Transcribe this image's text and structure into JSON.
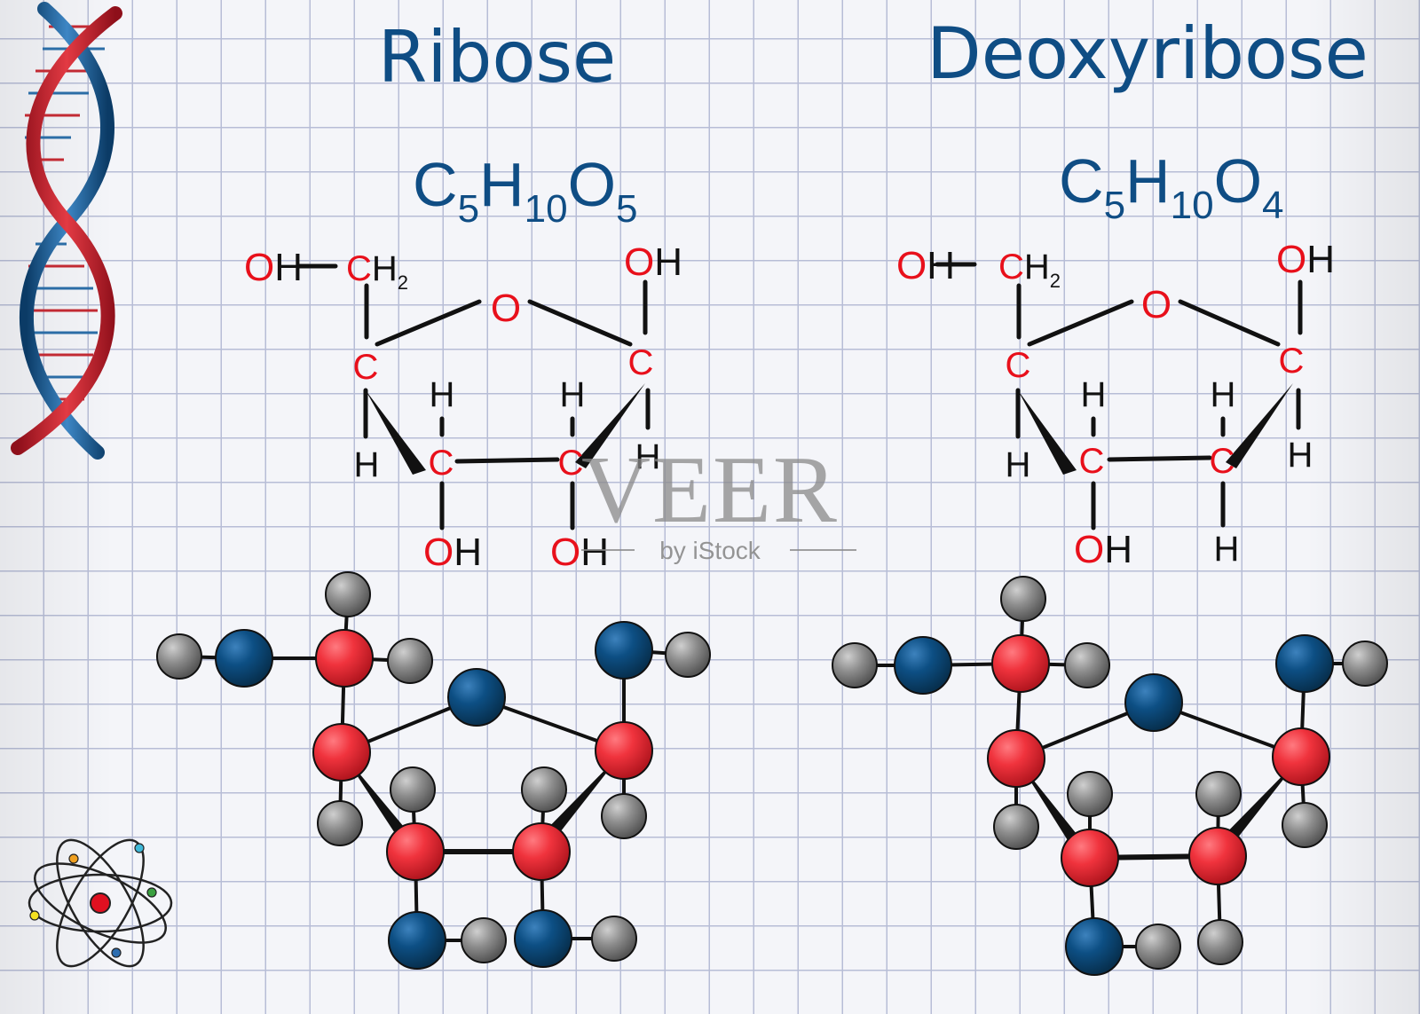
{
  "ribose": {
    "title": "Ribose",
    "formula": {
      "c": "C",
      "c_n": "5",
      "h": "H",
      "h_n": "10",
      "o": "O",
      "o_n": "5"
    }
  },
  "deoxyribose": {
    "title": "Deoxyribose",
    "formula": {
      "c": "C",
      "c_n": "5",
      "h": "H",
      "h_n": "10",
      "o": "O",
      "o_n": "4"
    }
  },
  "atom_labels": {
    "o": "O",
    "h": "H",
    "c": "C",
    "ch2_sub": "2"
  },
  "watermark": {
    "main": "VEER",
    "sub": "by iStock"
  },
  "colors": {
    "title": "#0f4d84",
    "carbon_oxygen_label": "#e8101b",
    "model_carbon": "#f0333d",
    "model_oxygen": "#0d4f84",
    "model_hydrogen": "#8c8c8c",
    "grid_line": "#b7bdd6"
  },
  "icons": [
    "dna-helix-icon",
    "atom-icon"
  ]
}
